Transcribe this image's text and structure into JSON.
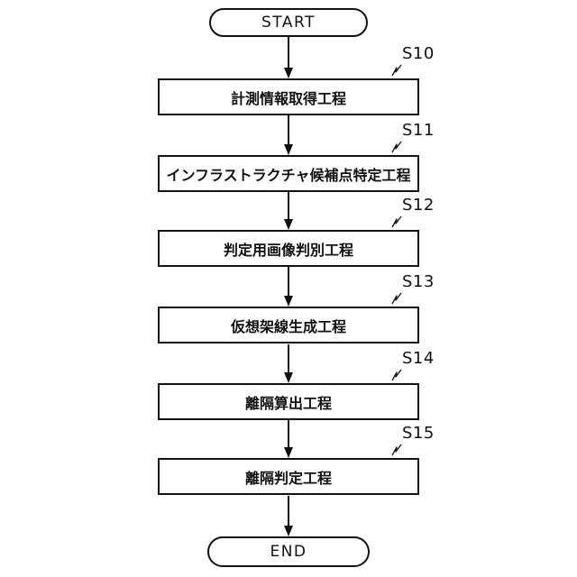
{
  "flow": {
    "type": "flowchart",
    "start_label": "START",
    "end_label": "END",
    "steps": [
      {
        "id": "S10",
        "title": "計測情報取得工程"
      },
      {
        "id": "S11",
        "title": "インフラストラクチャ候補点特定工程"
      },
      {
        "id": "S12",
        "title": "判定用画像判別工程"
      },
      {
        "id": "S13",
        "title": "仮想架線生成工程"
      },
      {
        "id": "S14",
        "title": "離隔算出工程"
      },
      {
        "id": "S15",
        "title": "離隔判定工程"
      }
    ],
    "colors": {
      "line": "#111111",
      "background": "#ffffff"
    }
  }
}
